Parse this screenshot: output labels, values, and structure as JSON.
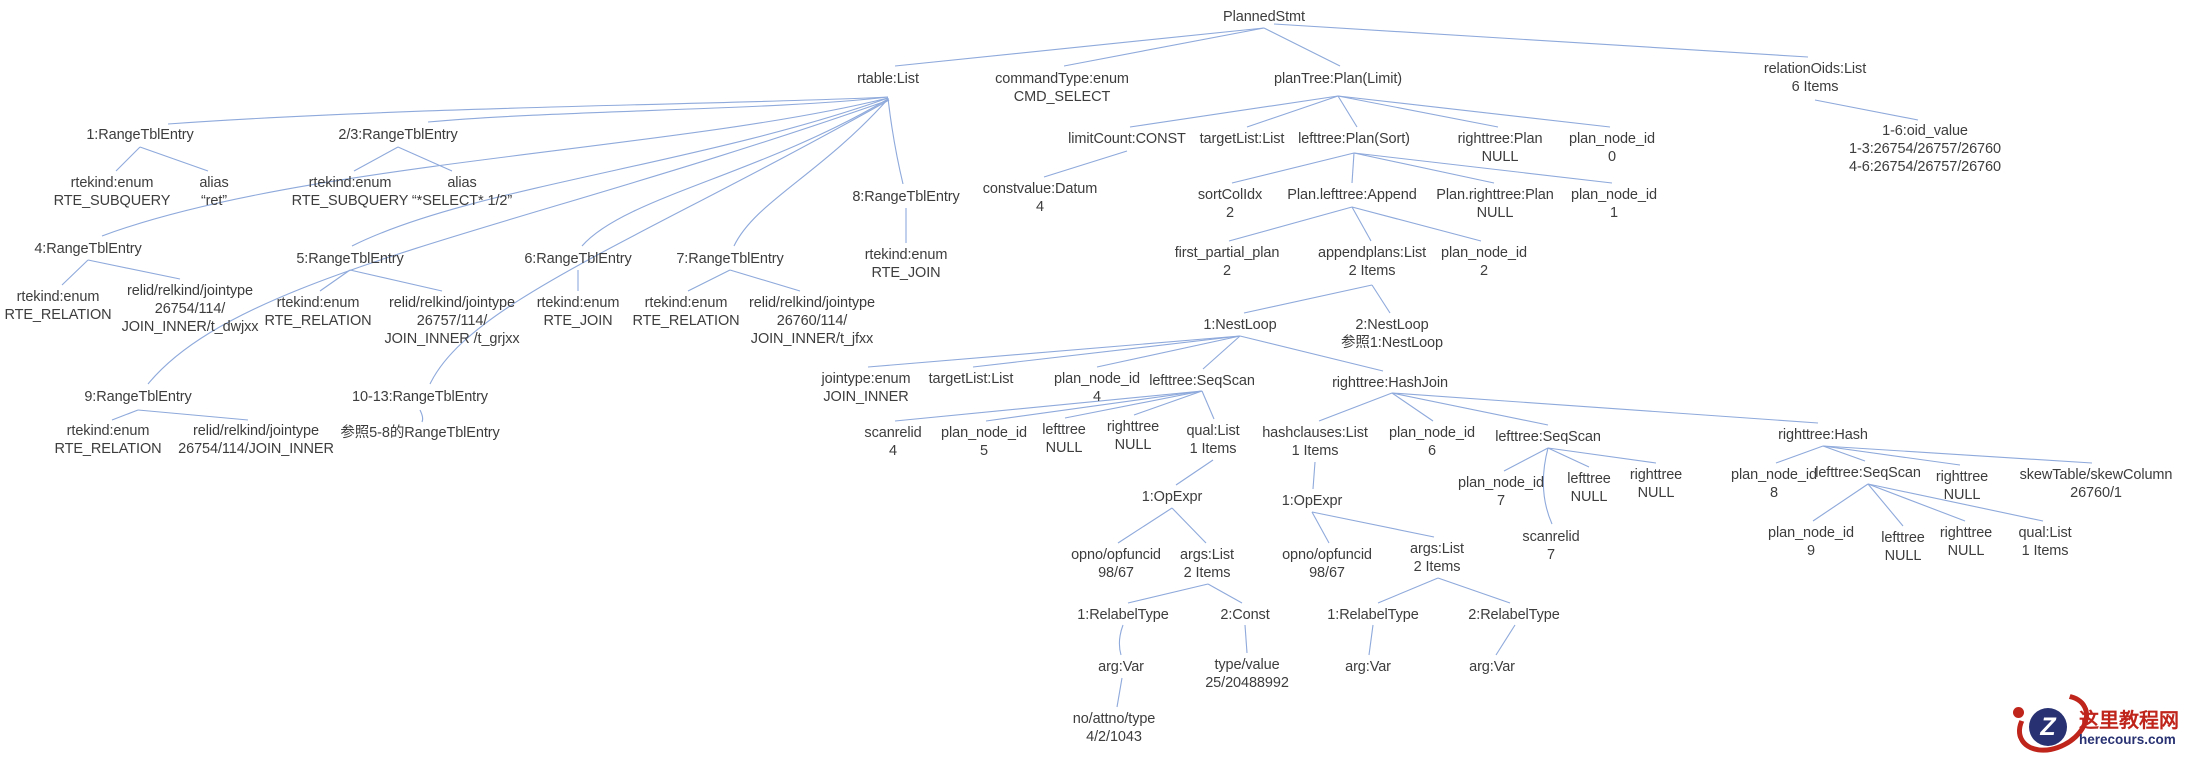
{
  "diagram": {
    "title": "PlannedStmt plan tree",
    "line_color": "#8ea9db",
    "text_color": "#3d3d3d"
  },
  "nodes": {
    "planned_stmt": [
      "PlannedStmt"
    ],
    "rtable": [
      "rtable:List"
    ],
    "command_type": [
      "commandType:enum",
      "CMD_SELECT"
    ],
    "plan_tree": [
      "planTree:Plan(Limit)"
    ],
    "relation_oids": [
      "relationOids:List",
      "6 Items"
    ],
    "oid_values": [
      "1-6:oid_value",
      "1-3:26754/26757/26760",
      "4-6:26754/26757/26760"
    ],
    "rte1": [
      "1:RangeTblEntry"
    ],
    "rte23": [
      "2/3:RangeTblEntry"
    ],
    "rte1_rtekind": [
      "rtekind:enum",
      "RTE_SUBQUERY"
    ],
    "rte1_alias": [
      "alias",
      "“ret”"
    ],
    "rte23_rtekind": [
      "rtekind:enum",
      "RTE_SUBQUERY"
    ],
    "rte23_alias": [
      "alias",
      "“*SELECT* 1/2”"
    ],
    "rte4": [
      "4:RangeTblEntry"
    ],
    "rte5": [
      "5:RangeTblEntry"
    ],
    "rte6": [
      "6:RangeTblEntry"
    ],
    "rte7": [
      "7:RangeTblEntry"
    ],
    "rte8": [
      "8:RangeTblEntry"
    ],
    "rte4_rtekind": [
      "rtekind:enum",
      "RTE_RELATION"
    ],
    "rte4_relid": [
      "relid/relkind/jointype",
      "26754/114/",
      "JOIN_INNER/t_dwjxx"
    ],
    "rte5_rtekind": [
      "rtekind:enum",
      "RTE_RELATION"
    ],
    "rte5_relid": [
      "relid/relkind/jointype",
      "26757/114/",
      "JOIN_INNER /t_grjxx"
    ],
    "rte6_rtekind": [
      "rtekind:enum",
      "RTE_JOIN"
    ],
    "rte7_rtekind": [
      "rtekind:enum",
      "RTE_RELATION"
    ],
    "rte7_relid": [
      "relid/relkind/jointype",
      "26760/114/",
      "JOIN_INNER/t_jfxx"
    ],
    "rte8_rtekind": [
      "rtekind:enum",
      "RTE_JOIN"
    ],
    "rte9": [
      "9:RangeTblEntry"
    ],
    "rte1013": [
      "10-13:RangeTblEntry"
    ],
    "rte9_rtekind": [
      "rtekind:enum",
      "RTE_RELATION"
    ],
    "rte9_relid": [
      "relid/relkind/jointype",
      "26754/114/JOIN_INNER"
    ],
    "rte1013_note": [
      "参照5-8的RangeTblEntry"
    ],
    "limit_count": [
      "limitCount:CONST"
    ],
    "limit_targetlist": [
      "targetList:List"
    ],
    "limit_lefttree": [
      "lefttree:Plan(Sort)"
    ],
    "limit_righttree": [
      "righttree:Plan",
      "NULL"
    ],
    "limit_pni": [
      "plan_node_id",
      "0"
    ],
    "const_value": [
      "constvalue:Datum",
      "4"
    ],
    "sort_colidx": [
      "sortColIdx",
      "2"
    ],
    "sort_lefttree": [
      "Plan.lefttree:Append"
    ],
    "sort_righttree": [
      "Plan.righttree:Plan",
      "NULL"
    ],
    "sort_pni": [
      "plan_node_id",
      "1"
    ],
    "append_fpp": [
      "first_partial_plan",
      "2"
    ],
    "append_plans": [
      "appendplans:List",
      "2 Items"
    ],
    "append_pni": [
      "plan_node_id",
      "2"
    ],
    "nestloop1": [
      "1:NestLoop"
    ],
    "nestloop2": [
      "2:NestLoop",
      "参照1:NestLoop"
    ],
    "nl_jointype": [
      "jointype:enum",
      "JOIN_INNER"
    ],
    "nl_targetlist": [
      "targetList:List"
    ],
    "nl_pni": [
      "plan_node_id",
      "4"
    ],
    "nl_lefttree": [
      "lefttree:SeqScan"
    ],
    "nl_righttree": [
      "righttree:HashJoin"
    ],
    "ss1_scanrelid": [
      "scanrelid",
      "4"
    ],
    "ss1_pni": [
      "plan_node_id",
      "5"
    ],
    "ss1_lefttree": [
      "lefttree",
      "NULL"
    ],
    "ss1_righttree": [
      "righttree",
      "NULL"
    ],
    "ss1_qual": [
      "qual:List",
      "1 Items"
    ],
    "hj_hashclauses": [
      "hashclauses:List",
      "1 Items"
    ],
    "hj_pni": [
      "plan_node_id",
      "6"
    ],
    "hj_lefttree": [
      "lefttree:SeqScan"
    ],
    "hj_righttree": [
      "righttree:Hash"
    ],
    "opexpr1": [
      "1:OpExpr"
    ],
    "opexpr2": [
      "1:OpExpr"
    ],
    "ss2_pni": [
      "plan_node_id",
      "7"
    ],
    "ss2_lefttree": [
      "lefttree",
      "NULL"
    ],
    "ss2_righttree": [
      "righttree",
      "NULL"
    ],
    "ss2_scanrelid": [
      "scanrelid",
      "7"
    ],
    "hash_pni": [
      "plan_node_id",
      "8"
    ],
    "hash_lefttree": [
      "lefttree:SeqScan"
    ],
    "hash_righttree": [
      "righttree",
      "NULL"
    ],
    "hash_skew": [
      "skewTable/skewColumn",
      "26760/1"
    ],
    "ss3_pni": [
      "plan_node_id",
      "9"
    ],
    "ss3_lefttree": [
      "lefttree",
      "NULL"
    ],
    "ss3_righttree": [
      "righttree",
      "NULL"
    ],
    "ss3_qual": [
      "qual:List",
      "1 Items"
    ],
    "op1_opno": [
      "opno/opfuncid",
      "98/67"
    ],
    "op1_args": [
      "args:List",
      "2 Items"
    ],
    "op2_opno": [
      "opno/opfuncid",
      "98/67"
    ],
    "op2_args": [
      "args:List",
      "2 Items"
    ],
    "args1_relabel": [
      "1:RelabelType"
    ],
    "args1_const": [
      "2:Const"
    ],
    "args2_relabel1": [
      "1:RelabelType"
    ],
    "args2_relabel2": [
      "2:RelabelType"
    ],
    "relabel1_arg": [
      "arg:Var"
    ],
    "const_typeval": [
      "type/value",
      "25/20488992"
    ],
    "relabel2_arg": [
      "arg:Var"
    ],
    "relabel3_arg": [
      "arg:Var"
    ],
    "var_no": [
      "no/attno/type",
      "4/2/1043"
    ]
  },
  "watermark": {
    "name": "这里教程网",
    "url": "herecours.com",
    "letter": "Z",
    "red": "#c0251c",
    "navy": "#283272"
  }
}
